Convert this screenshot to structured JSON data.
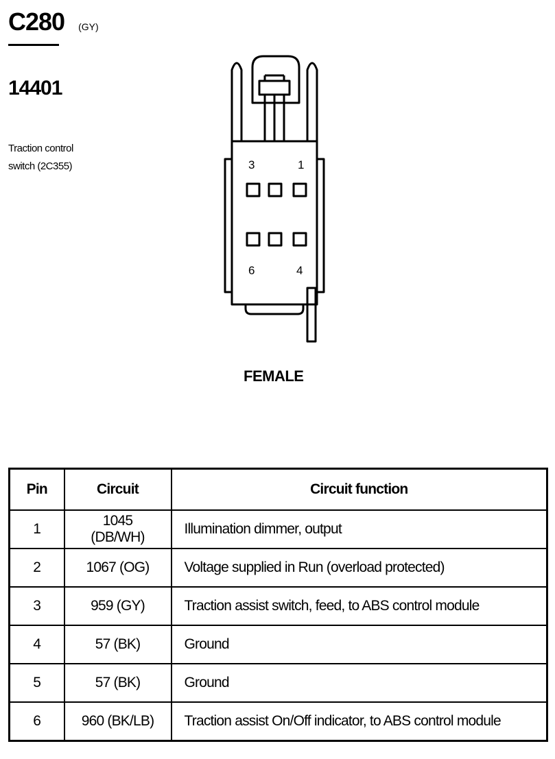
{
  "header": {
    "connector_code": "C280",
    "color_code": "(GY)",
    "part_number": "14401",
    "description_line1": "Traction control",
    "description_line2": "switch (2C355)"
  },
  "connector": {
    "pin_labels": {
      "top_left": "3",
      "top_right": "1",
      "bottom_left": "6",
      "bottom_right": "4"
    },
    "view_label": "FEMALE"
  },
  "table": {
    "headers": [
      "Pin",
      "Circuit",
      "Circuit function"
    ],
    "rows": [
      {
        "pin": "1",
        "circuit": "1045 (DB/WH)",
        "function": "Illumination dimmer, output"
      },
      {
        "pin": "2",
        "circuit": "1067 (OG)",
        "function": "Voltage supplied in Run (overload protected)"
      },
      {
        "pin": "3",
        "circuit": "959 (GY)",
        "function": "Traction assist switch, feed, to ABS control module"
      },
      {
        "pin": "4",
        "circuit": "57 (BK)",
        "function": "Ground"
      },
      {
        "pin": "5",
        "circuit": "57 (BK)",
        "function": "Ground"
      },
      {
        "pin": "6",
        "circuit": "960 (BK/LB)",
        "function": "Traction assist On/Off indicator, to ABS control module"
      }
    ]
  }
}
